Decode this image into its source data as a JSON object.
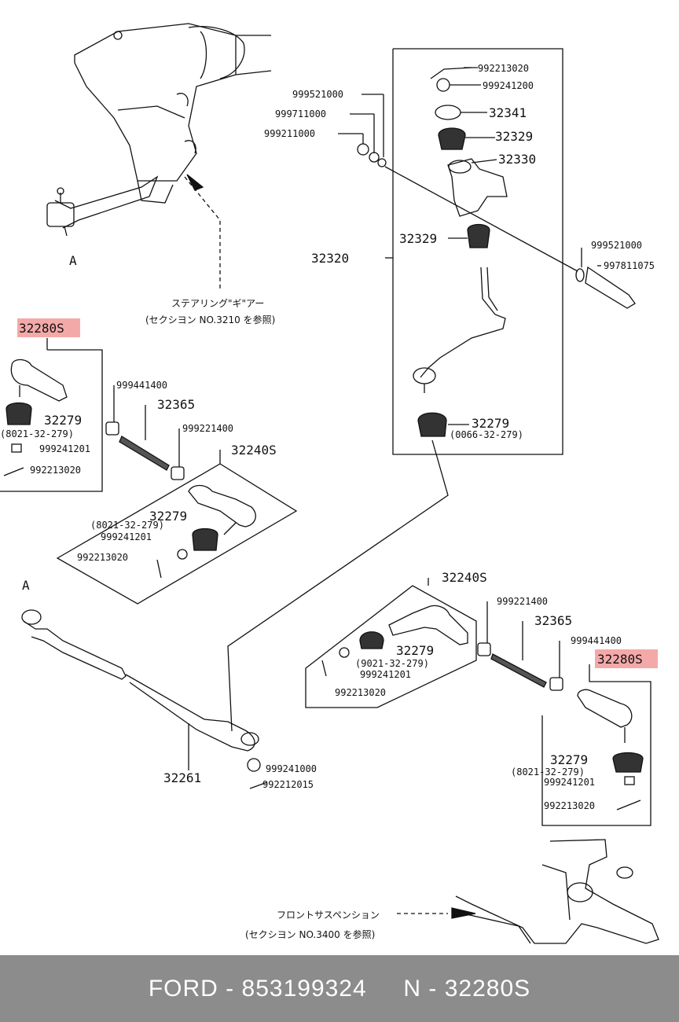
{
  "labels": {
    "p992213020_top": "992213020",
    "p999241200": "999241200",
    "p32341": "32341",
    "p32329_top": "32329",
    "p32330": "32330",
    "p999521000_a": "999521000",
    "p999711000": "999711000",
    "p999211000": "999211000",
    "p32329_mid": "32329",
    "p32320": "32320",
    "p999521000_b": "999521000",
    "p997811075": "997811075",
    "p32279_right": "32279",
    "p32279_right_ref": "(0066-32-279)",
    "steering_gear_jp": "ステアリング\"ギ\"アー",
    "steering_gear_ref": "(セクシヨン NO.3210 を参照)",
    "p32280S_left": "32280S",
    "p32279_left": "32279",
    "p32279_left_ref": "(8021-32-279)",
    "p999241201_left": "999241201",
    "p992213020_left": "992213020",
    "p999441400_left": "999441400",
    "p32365_left": "32365",
    "p999221400_left": "999221400",
    "p32240S_left": "32240S",
    "p32279_mid": "32279",
    "p32279_mid_ref": "(8021-32-279)",
    "p999241201_mid": "999241201",
    "p992213020_mid": "992213020",
    "marker_a1": "A",
    "marker_a2": "A",
    "p32240S_right": "32240S",
    "p999221400_right": "999221400",
    "p32365_right": "32365",
    "p999441400_right": "999441400",
    "p32280S_right": "32280S",
    "p32279_r2": "32279",
    "p32279_r2_ref": "(9021-32-279)",
    "p999241201_r2": "999241201",
    "p992213020_r2": "992213020",
    "p32279_r3": "32279",
    "p32279_r3_ref": "(8021-32-279)",
    "p999241201_r3": "999241201",
    "p992213020_r3": "992213020",
    "p32261": "32261",
    "p999241000": "999241000",
    "p992212015": "992212015",
    "front_susp_jp": "フロントサスペンション",
    "front_susp_ref": "(セクシヨン NO.3400 を参照)"
  },
  "footer": {
    "brand": "FORD",
    "sep1": " - ",
    "part_number": "853199324",
    "gap": "     ",
    "n_label": "N",
    "sep2": " - ",
    "ref_code": "32280S"
  },
  "highlight_color": "#f4a9a9",
  "footer_bg": "#8c8c8c"
}
